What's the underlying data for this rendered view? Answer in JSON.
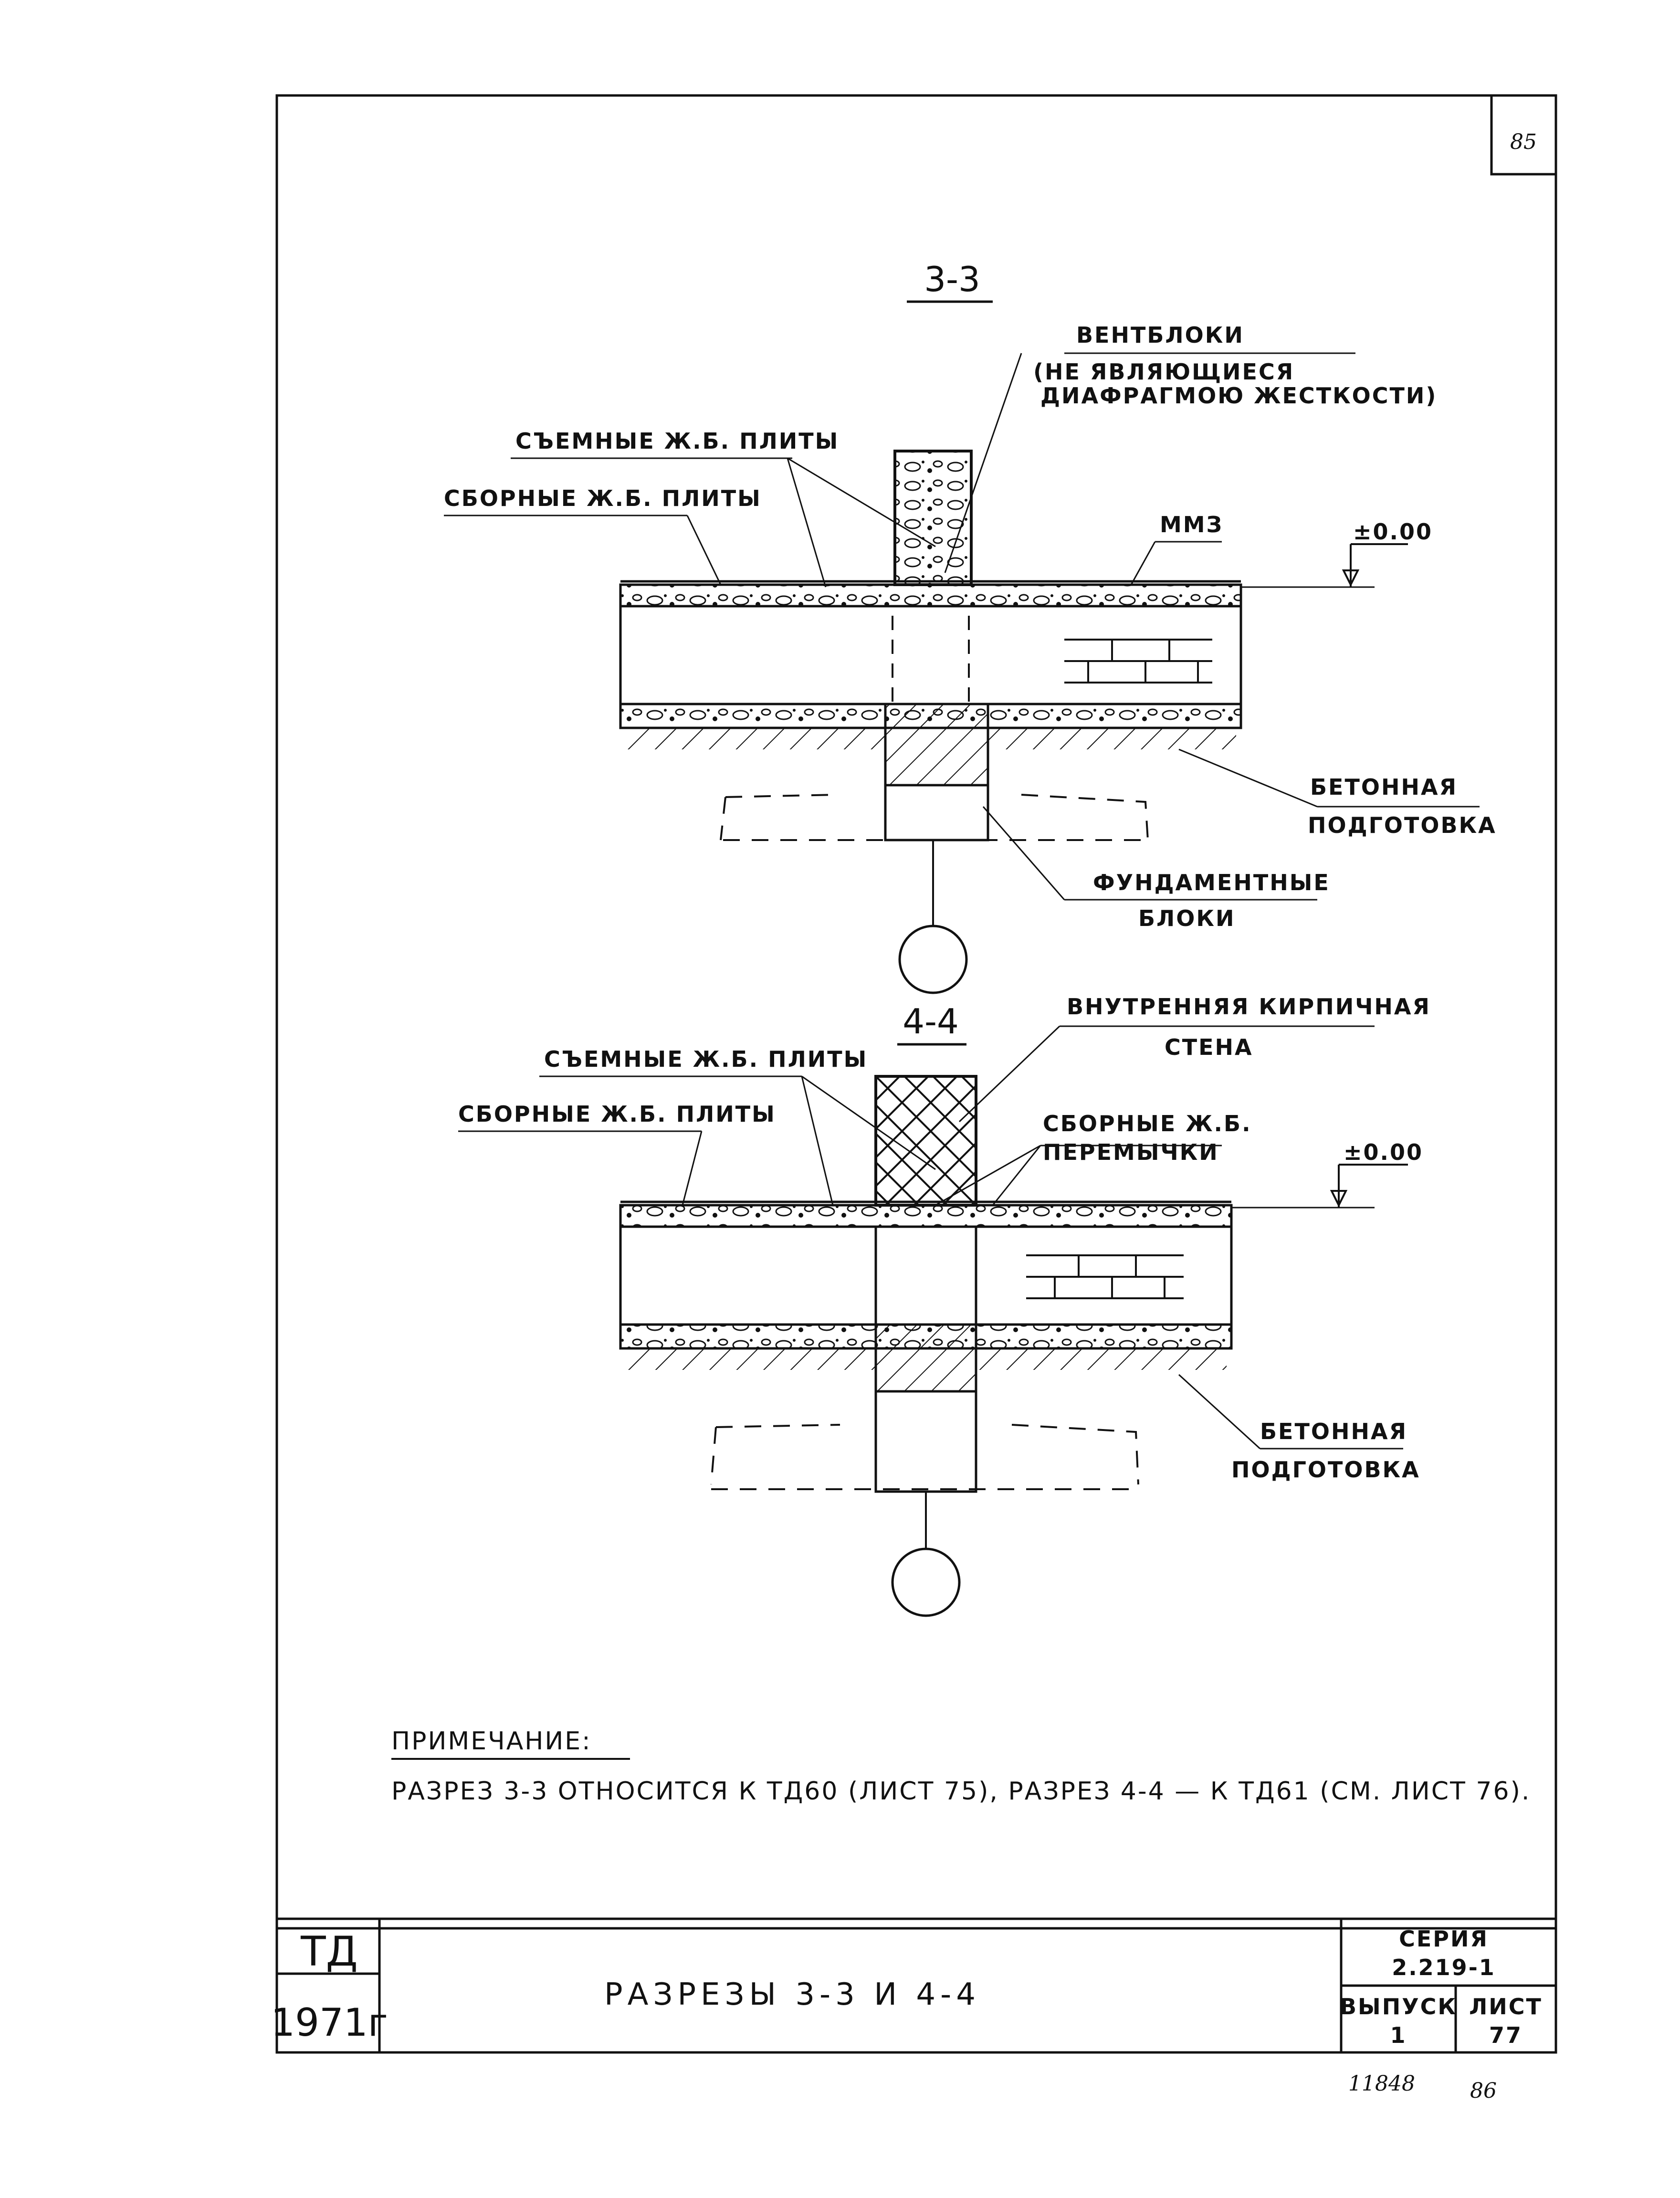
{
  "page_number": "85",
  "section_33": {
    "title": "3-3",
    "vent_label_1": "ВЕНТБЛОКИ",
    "vent_label_2": "(НЕ ЯВЛЯЮЩИЕСЯ",
    "vent_label_3": "ДИАФРАГМОЮ ЖЕСТКОСТИ)",
    "removable_slabs": "СЪЕМНЫЕ Ж.Б. ПЛИТЫ",
    "precast_slabs": "СБОРНЫЕ Ж.Б. ПЛИТЫ",
    "mmz": "ММЗ",
    "level": "±0.00",
    "concrete_prep_1": "БЕТОННАЯ",
    "concrete_prep_2": "ПОДГОТОВКА",
    "foundation_1": "ФУНДАМЕНТНЫЕ",
    "foundation_2": "БЛОКИ"
  },
  "section_44": {
    "title": "4-4",
    "brick_wall_1": "ВНУТРЕННЯЯ КИРПИЧНАЯ",
    "brick_wall_2": "СТЕНА",
    "removable_slabs": "СЪЕМНЫЕ Ж.Б. ПЛИТЫ",
    "precast_slabs": "СБОРНЫЕ Ж.Б. ПЛИТЫ",
    "lintels_1": "СБОРНЫЕ Ж.Б.",
    "lintels_2": "ПЕРЕМЫЧКИ",
    "level": "±0.00",
    "concrete_prep_1": "БЕТОННАЯ",
    "concrete_prep_2": "ПОДГОТОВКА"
  },
  "note": {
    "heading": "ПРИМЕЧАНИЕ:",
    "text": "РАЗРЕЗ 3-3 ОТНОСИТСЯ К ТД60 (ЛИСТ 75), РАЗРЕЗ 4-4 — К ТД61 (СМ. ЛИСТ 76)."
  },
  "title_block": {
    "td": "ТД",
    "year": "1971г",
    "title": "РАЗРЕЗЫ 3-3 И 4-4",
    "series_label": "СЕРИЯ",
    "series_value": "2.219-1",
    "issue_label": "ВЫПУСК",
    "issue_value": "1",
    "sheet_label": "ЛИСТ",
    "sheet_value": "77"
  },
  "handwritten": {
    "inventory": "11848",
    "page": "86"
  },
  "colors": {
    "ink": "#111111",
    "paper": "#ffffff"
  }
}
